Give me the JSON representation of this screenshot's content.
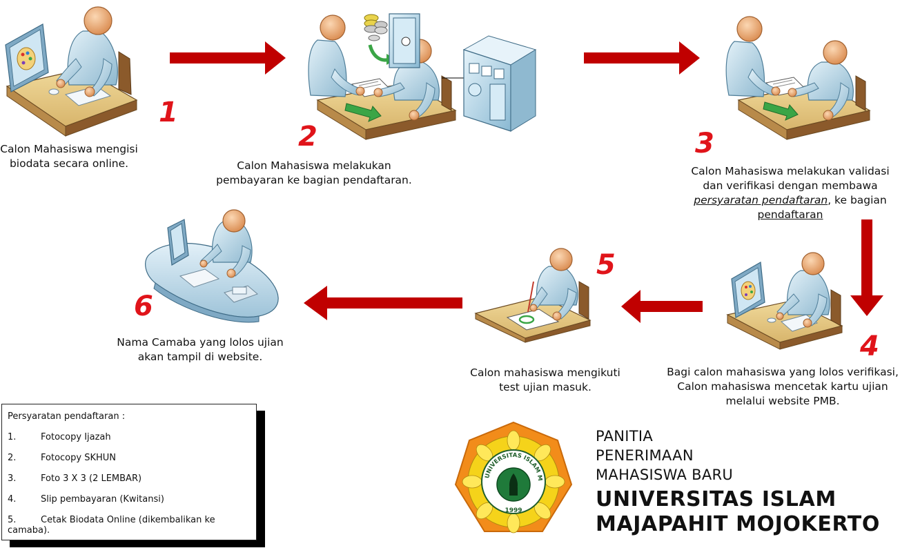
{
  "steps": [
    {
      "number": "1",
      "caption_lines": [
        "Calon Mahasiswa mengisi",
        "biodata secara online."
      ]
    },
    {
      "number": "2",
      "caption_lines": [
        "Calon Mahasiswa melakukan",
        "pembayaran ke bagian pendaftaran."
      ]
    },
    {
      "number": "3",
      "caption_lines": [
        "Calon Mahasiswa melakukan validasi",
        "dan verifikasi dengan membawa"
      ],
      "caption_link": "persyaratan pendaftaran",
      "caption_after_link": ", ke bagian",
      "caption_last": "pendaftaran"
    },
    {
      "number": "4",
      "caption_lines": [
        "Bagi calon mahasiswa yang lolos verifikasi,",
        "Calon mahasiswa mencetak kartu ujian",
        "melalui website PMB."
      ]
    },
    {
      "number": "5",
      "caption_lines": [
        "Calon mahasiswa mengikuti",
        "test ujian masuk."
      ]
    },
    {
      "number": "6",
      "caption_lines": [
        "Nama Camaba yang lolos ujian",
        "akan tampil di website."
      ]
    }
  ],
  "requirements": {
    "title": "Persyaratan pendaftaran :",
    "items": [
      {
        "num": "1.",
        "text": "Fotocopy Ijazah"
      },
      {
        "num": "2.",
        "text": "Fotocopy SKHUN"
      },
      {
        "num": "3.",
        "text": "Foto 3 X 3 (2 LEMBAR)"
      },
      {
        "num": "4.",
        "text": "Slip pembayaran (Kwitansi)"
      },
      {
        "num": "5.",
        "text": "Cetak Biodata Online (dikembalikan ke camaba)."
      }
    ]
  },
  "organization": {
    "line1": "PANITIA",
    "line2": "PENERIMAAN",
    "line3": "MAHASISWA BARU",
    "line4": "UNIVERSITAS ISLAM",
    "line5": "MAJAPAHIT MOJOKERTO"
  },
  "logo": {
    "ring_text": "UNIVERSITAS ISLAM MAJAPAHIT",
    "year": "1999"
  },
  "colors": {
    "arrow": "#c00000",
    "step_number": "#e0141a",
    "desk_top": "#e2c583",
    "desk_front": "#8b5a2b",
    "person_body": "#bfdcea",
    "person_head": "#f2b683",
    "logo_outer": "#f28c1a",
    "logo_inner": "#f5d31a",
    "logo_center": "#1f7a3a"
  }
}
